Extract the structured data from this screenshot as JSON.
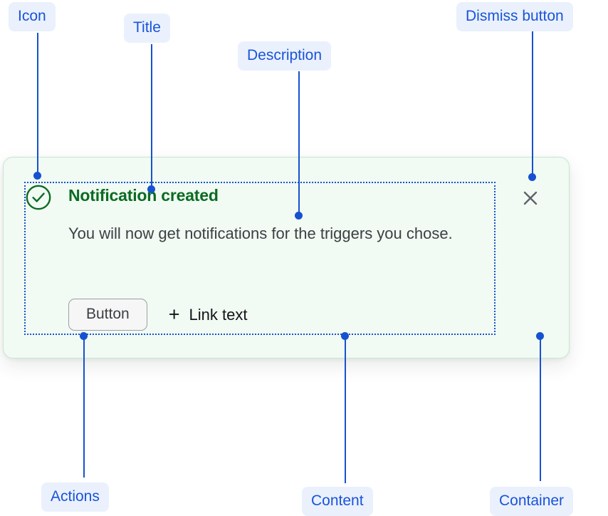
{
  "notification": {
    "icon": "check-circle-icon",
    "title": "Notification created",
    "description": "You will now get notifications for the triggers you chose.",
    "actions": {
      "button_label": "Button",
      "link_icon": "plus-icon",
      "link_label": "Link text"
    },
    "dismiss_icon": "close-icon"
  },
  "annotations": [
    {
      "id": "icon",
      "label": "Icon"
    },
    {
      "id": "title",
      "label": "Title"
    },
    {
      "id": "description",
      "label": "Description"
    },
    {
      "id": "dismiss-button",
      "label": "Dismiss button"
    },
    {
      "id": "actions",
      "label": "Actions"
    },
    {
      "id": "content",
      "label": "Content"
    },
    {
      "id": "container",
      "label": "Container"
    }
  ],
  "colors": {
    "annotation_text": "#1552d0",
    "annotation_pill_bg": "#eaf1fd",
    "leader_line": "#1552d0",
    "container_bg": "#f1faf3",
    "container_border": "#c8e6d2",
    "success_green": "#0b6b22",
    "body_text": "#3c4043",
    "content_outline": "#1552d0",
    "page_bg": "#ffffff"
  }
}
